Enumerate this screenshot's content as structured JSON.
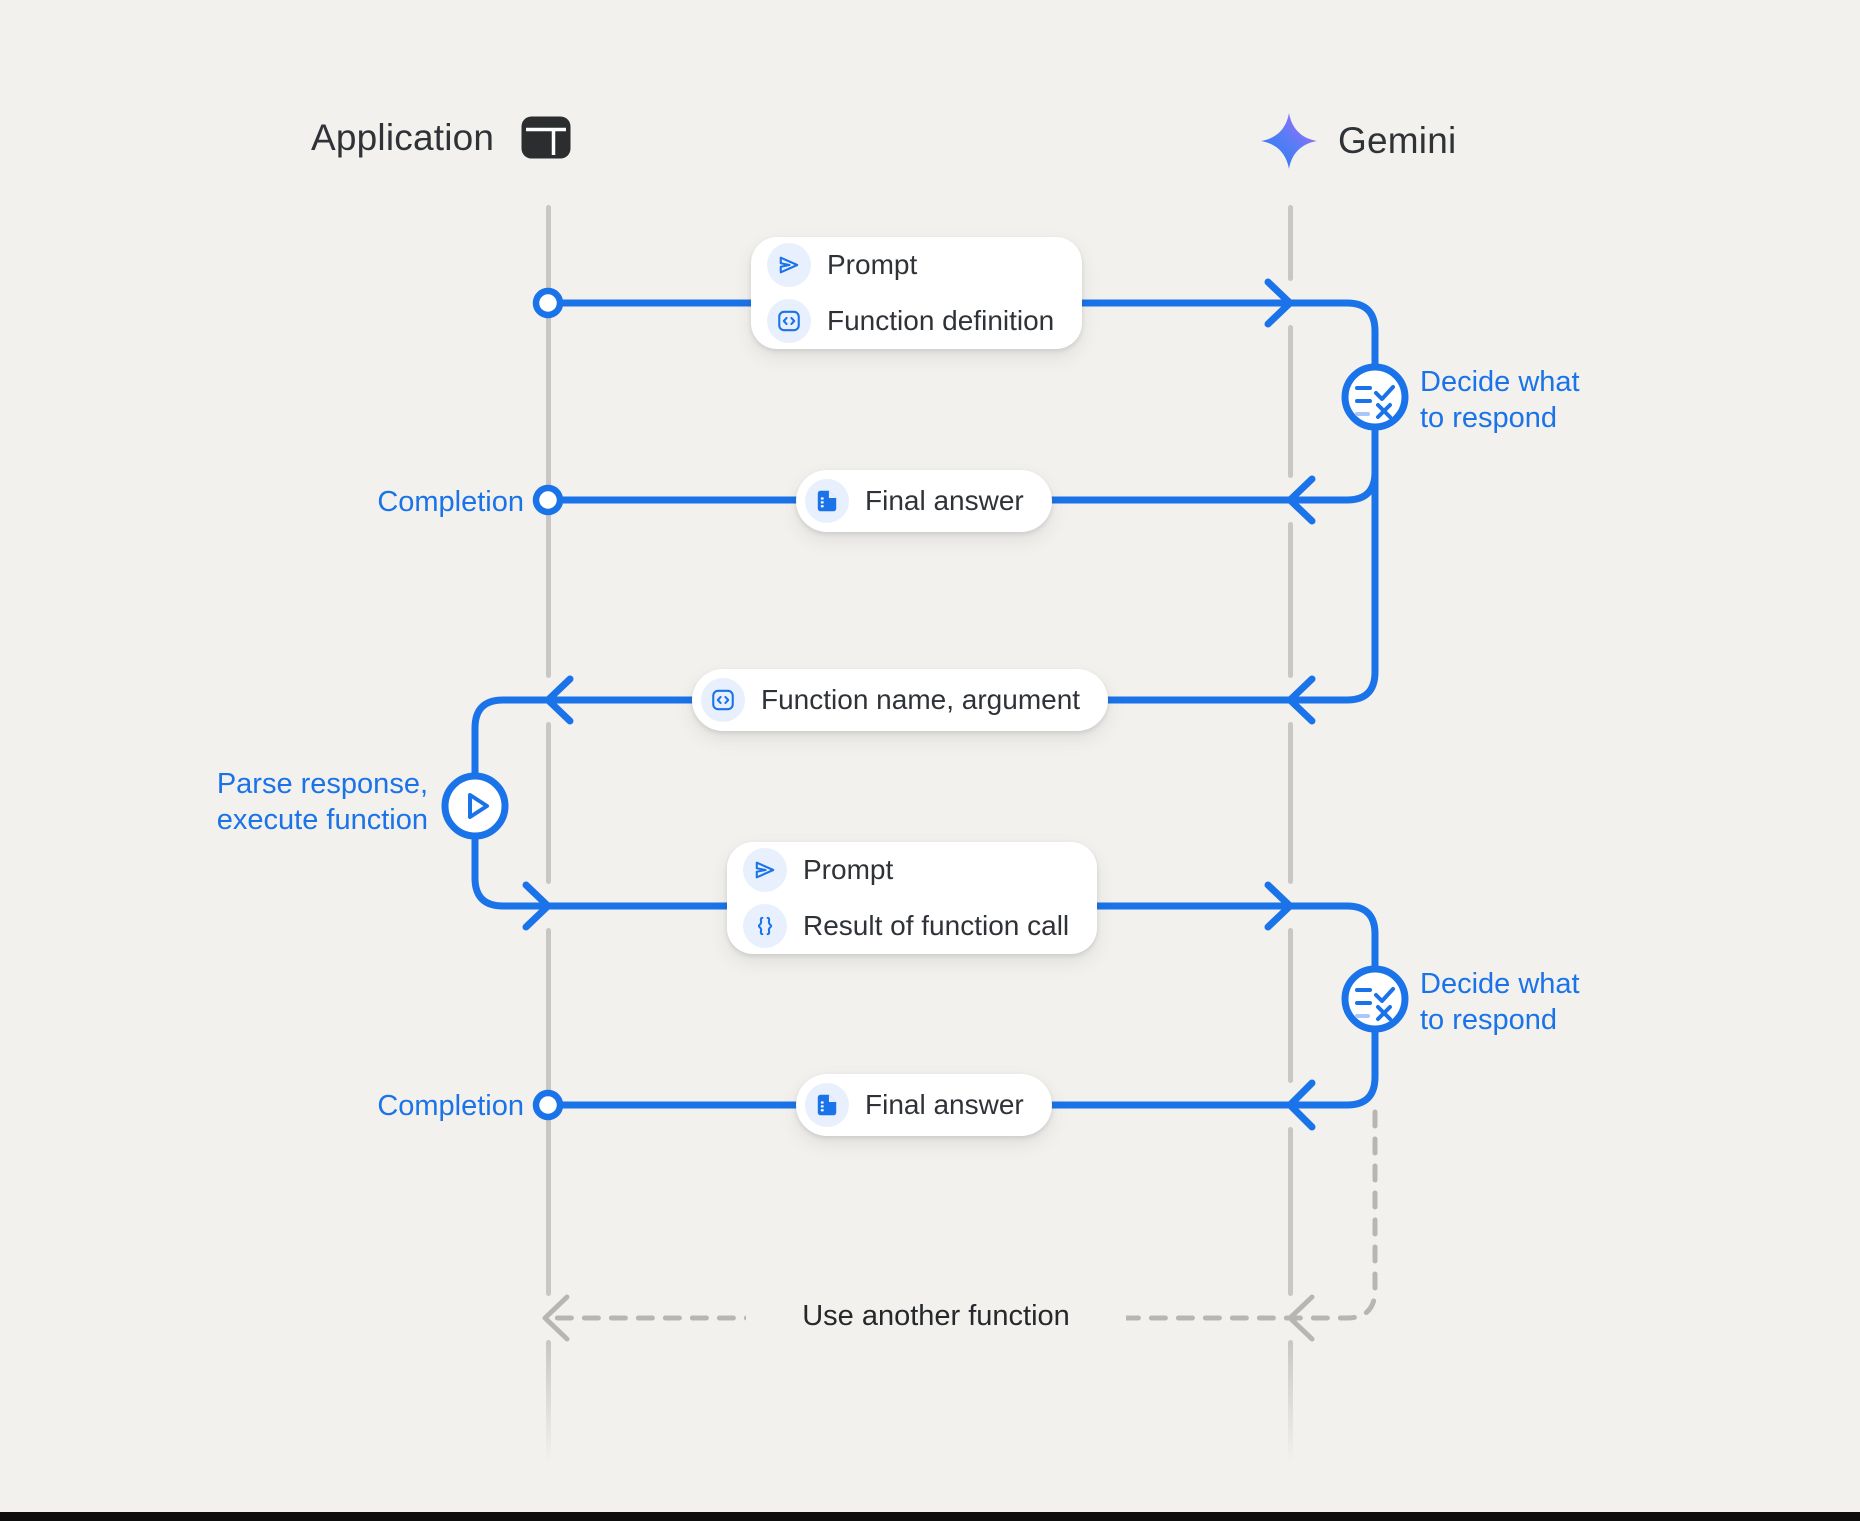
{
  "colors": {
    "background": "#f3f1ee",
    "accent_blue": "#1a73e8",
    "icon_chip_blue": "#e8f0fe",
    "lifeline_gray": "#c8c7c4",
    "dashed_gray": "#b7b6b3",
    "dark_text": "#2f3337",
    "gemini_gradient_start": "#4285f4",
    "gemini_gradient_end": "#a26bf8"
  },
  "actors": {
    "application": {
      "label": "Application",
      "icon": "app-window-icon"
    },
    "gemini": {
      "label": "Gemini",
      "icon": "gemini-sparkle-icon"
    }
  },
  "flow": {
    "msg1": {
      "row1": {
        "icon": "send-icon",
        "label": "Prompt"
      },
      "row2": {
        "icon": "code-icon",
        "label": "Function definition"
      }
    },
    "decide1": {
      "icon": "fact-check-icon",
      "line1": "Decide what",
      "line2": "to respond"
    },
    "return1": {
      "side_label": "Completion",
      "icon": "document-icon",
      "label": "Final answer"
    },
    "function_call": {
      "icon": "code-icon",
      "label": "Function name, argument"
    },
    "parse": {
      "icon": "play-icon",
      "line1": "Parse response,",
      "line2": "execute function"
    },
    "msg2": {
      "row1": {
        "icon": "send-icon",
        "label": "Prompt"
      },
      "row2": {
        "icon": "braces-icon",
        "label": "Result of function call"
      }
    },
    "decide2": {
      "icon": "fact-check-icon",
      "line1": "Decide what",
      "line2": "to respond"
    },
    "return2": {
      "side_label": "Completion",
      "icon": "document-icon",
      "label": "Final answer"
    },
    "loop_back": {
      "label": "Use another function"
    }
  }
}
